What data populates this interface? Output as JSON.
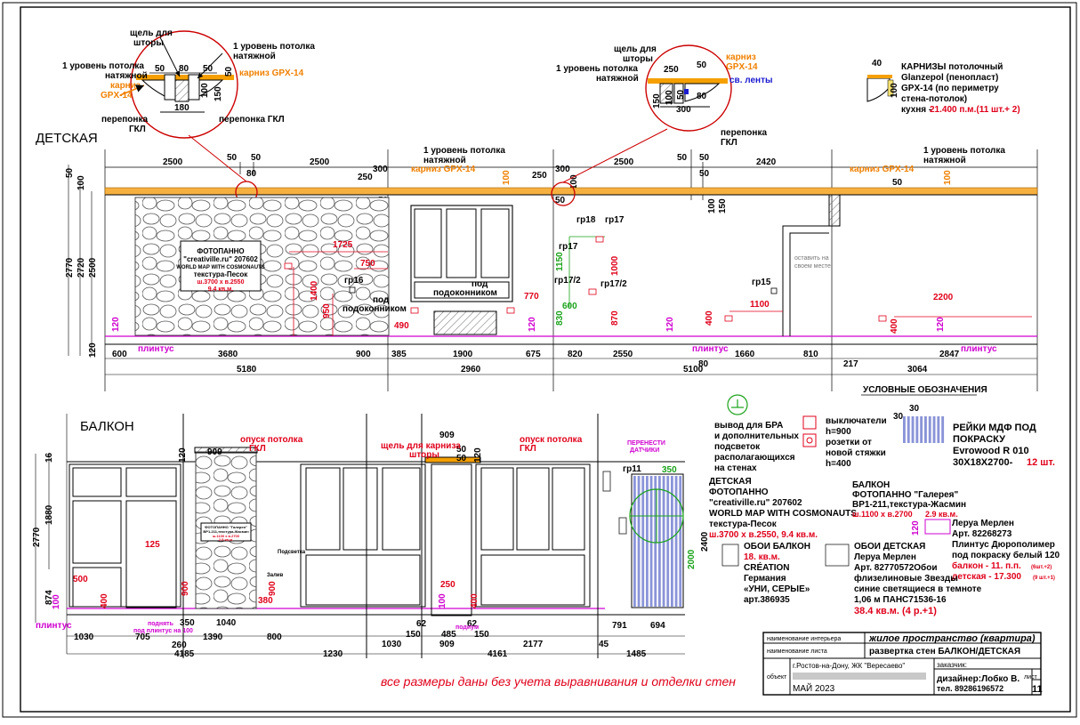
{
  "titles": {
    "kids_room": "ДЕТСКАЯ",
    "balcony": "БАЛКОН"
  },
  "callouts": {
    "curtain_gap": "щель для шторы",
    "ceiling_level": "1 уровень потолка натяжной",
    "cornice": "карниз GPX-14",
    "gkl_partition": "перепонка ГКЛ",
    "light_strips": "св. ленты",
    "under_sill": "под подоконником",
    "leave_in_place": "оставить на своем месте",
    "baseboard": "плинтус",
    "ceiling_drop": "опуск потолка ГКЛ",
    "cornice_slot": "щель для карниза шторы",
    "move_sensors": "ПЕРЕНЕСТИ ДАТЧИКИ",
    "raise_baseboard": "поднять под плинтус на 100",
    "podium": "подиум",
    "backlight": "Подсветка",
    "outlet": "Залив"
  },
  "detail_dims": {
    "d1": [
      "50",
      "80",
      "50",
      "180",
      "100",
      "150",
      "50"
    ],
    "d2": [
      "250",
      "50",
      "300",
      "150",
      "100",
      "50",
      "80"
    ]
  },
  "cornice_note": {
    "size": "40",
    "l1": "КАРНИЗЫ потолочный",
    "l2": "Glanzepol (пенопласт)",
    "l3": "GPX-14  (по периметру",
    "l4": "стена-потолок)",
    "l5": "кухня -",
    "l5v": "21.400 п.м.(11 шт.+ 2)",
    "h100": "100"
  },
  "kids_top_dims": [
    "2500",
    "50",
    "80",
    "50",
    "2500",
    "300",
    "250",
    "50",
    "250",
    "300",
    "50",
    "2500",
    "50",
    "50",
    "2420",
    "100",
    "100",
    "150",
    "50",
    "50"
  ],
  "kids_vert_dims": [
    "2770",
    "2720",
    "2500",
    "100",
    "50",
    "120"
  ],
  "kids_bottom_dims": [
    "600",
    "3680",
    "900",
    "385",
    "1900",
    "675",
    "820",
    "2550",
    "80",
    "1660",
    "810",
    "217",
    "2847"
  ],
  "kids_totals": [
    "5180",
    "2960",
    "5100",
    "3064"
  ],
  "kids_marks": {
    "m1725": "1725",
    "m750": "750",
    "m1400": "1400",
    "m950": "950",
    "m490": "490",
    "m770": "770",
    "m1150": "1150",
    "m1000": "1000",
    "m830": "830",
    "m870": "870",
    "m600": "600",
    "m400": "400",
    "m1100": "1100",
    "m2200": "2200",
    "m120": "120",
    "gr16": "гр16",
    "gr17": "гр17",
    "gr18": "гр18",
    "gr17_2": "гр17/2",
    "gr15": "гр15"
  },
  "photo_panel": {
    "l1": "ФОТОПАННО",
    "l2": "\"creativille.ru\" 207602",
    "l3": "WORLD MAP WITH COSMONAUTS",
    "l4": "текстура-Песок",
    "l5": "ш.3700 х в.2550",
    "l6": "9.4 кв.м."
  },
  "balcony_dims": {
    "top": [
      "909",
      "120",
      "909",
      "50",
      "50",
      "120",
      "350"
    ],
    "vert": [
      "2770",
      "1880",
      "874",
      "16",
      "100",
      "2400",
      "2000"
    ],
    "bottom": [
      "1030",
      "705",
      "350",
      "1040",
      "800",
      "260",
      "1390",
      "62",
      "62",
      "150",
      "485",
      "150",
      "1030",
      "909",
      "2177",
      "45",
      "791",
      "694"
    ],
    "totals": [
      "4185",
      "1230",
      "4161",
      "1485"
    ],
    "marks": {
      "m500": "500",
      "m400": "400",
      "m125": "125",
      "m900": "900",
      "m380": "380",
      "m250": "250",
      "m100": "100",
      "gr11": "гр11"
    }
  },
  "balcony_panel": {
    "title": "ФОТОПАННО \"Галерея\"",
    "texture": "ВР1-211,текстура-Жасмин",
    "size": "ш.1100 х в.2700",
    "area": "2.9 кв.м."
  },
  "legend": {
    "heading": "УСЛОВНЫЕ ОБОЗНАЧЕНИЯ",
    "bra": [
      "вывод для БРА",
      "и дополнительных",
      "подсветок",
      "располагающихся",
      "на стенах"
    ],
    "switches": [
      "выключатели",
      "h=900"
    ],
    "sockets": [
      "розетки от",
      "новой стяжки",
      "h=400"
    ],
    "rails_dim": [
      "30",
      "30"
    ],
    "rails": [
      "РЕЙКИ МДФ ПОД",
      "ПОКРАСКУ",
      "Evrowood R 010",
      "30Х18Х2700-"
    ],
    "rails_qty": "12 шт."
  },
  "spec_kids_photo": [
    "ДЕТСКАЯ",
    "ФОТОПАННО",
    "\"creativille.ru\" 207602",
    "WORLD MAP WITH COSMONAUTS",
    "текстура-Песок"
  ],
  "spec_kids_photo_size": "ш.3700 х в.2550, 9.4 кв.м.",
  "spec_balcony": [
    "БАЛКОН",
    "ФОТОПАННО \"Галерея\"",
    "ВР1-211,текстура-Жасмин"
  ],
  "spec_balcony_size": "ш.1100 х в.2700",
  "spec_balcony_area": "2.9 кв.м.",
  "baseboard_spec": {
    "h": "120",
    "l1": "Леруа Мерлен",
    "l2": "Арт. 82268273",
    "l3": "Плинтус  Дюрополимер",
    "l4": "под покраску белый 120",
    "balcony": "балкон - 11. п.п.",
    "balcony_qty": "(6шт.+2)",
    "kids": "детская - 17.300",
    "kids_qty": "(9 шт.+1)"
  },
  "wallpaper_balcony": {
    "l1": "ОБОИ БАЛКОН",
    "area": "18. кв.м.",
    "l2": "CRÉATION",
    "l3": "Германия",
    "l4": "«УНИ, СЕРЫЕ»",
    "l5": "арт.386935"
  },
  "wallpaper_kids": {
    "l1": "ОБОИ ДЕТСКАЯ",
    "l2": "Леруа Мерлен",
    "l3": "Арт. 82770572Обои",
    "l4": "флизелиновые Звезды",
    "l5": "синие светящиеся в темноте",
    "l6": "1,06 м ПАНС71536-16",
    "area": "38.4 кв.м. (4 р.+1)"
  },
  "note": "все размеры даны без учета  выравнивания и отделки стен",
  "stamp": {
    "interior_label": "наименование интерьера",
    "interior": "жилое пространство (квартира)",
    "sheet_name_label": "наименование листа",
    "sheet_name": "развертка стен БАЛКОН/ДЕТСКАЯ",
    "object_label": "объект",
    "object": "г.Ростов-на-Дону, ЖК \"Вересаево\"",
    "customer_label": "заказчик:",
    "date": "МАЙ 2023",
    "designer": "дизайнер:Лобко В.",
    "phone": "тел. 89286196572",
    "sheet_label": "лист",
    "sheet_no": "11"
  },
  "colors": {
    "red": "#e0001b",
    "orange": "#f08000",
    "green": "#1aa31a",
    "magenta": "#d000d0",
    "blue": "#1a1ad0"
  }
}
